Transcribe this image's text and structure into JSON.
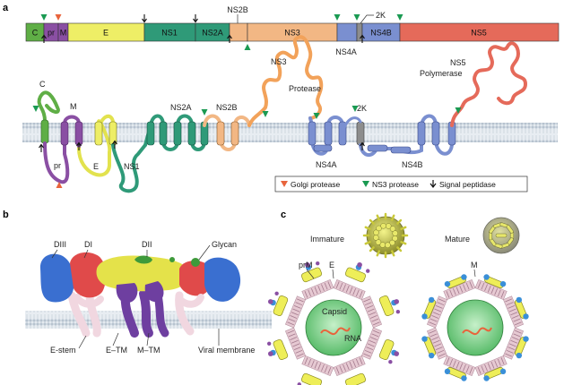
{
  "panels": {
    "a": "a",
    "b": "b",
    "c": "c"
  },
  "genome": {
    "segments": [
      {
        "label": "C",
        "color": "#5fae46"
      },
      {
        "label": "pr",
        "color": "#8a4fa3"
      },
      {
        "label": "M",
        "color": "#8a4fa3"
      },
      {
        "label": "E",
        "color": "#eeee66"
      },
      {
        "label": "NS1",
        "color": "#2f9a78"
      },
      {
        "label": "NS2A",
        "color": "#2f9a78"
      },
      {
        "label": "NS2B",
        "color": "#f2b784"
      },
      {
        "label": "NS3",
        "color": "#f2b784"
      },
      {
        "label": "NS4A",
        "color": "#7a8fd0"
      },
      {
        "label": "2K",
        "color": "#8d8d8d"
      },
      {
        "label": "NS4B",
        "color": "#7a8fd0"
      },
      {
        "label": "NS5",
        "color": "#e56a5a"
      }
    ],
    "above_labels": {
      "ns2b": "NS2B",
      "k2": "2K"
    },
    "below_labels": {
      "ns4a": "NS4A"
    }
  },
  "topology": {
    "labels": {
      "c": "C",
      "m": "M",
      "pr": "pr",
      "e": "E",
      "ns1": "NS1",
      "ns2a": "NS2A",
      "ns2b": "NS2B",
      "ns3": "NS3",
      "protease": "Protease",
      "k2": "2K",
      "ns4a": "NS4A",
      "ns4b": "NS4B",
      "ns5": "NS5",
      "polymerase": "Polymerase"
    }
  },
  "legend": {
    "golgi": "Golgi protease",
    "ns3": "NS3 protease",
    "signal": "Signal peptidase"
  },
  "panel_b": {
    "labels": {
      "diii": "DIII",
      "di": "DI",
      "dii": "DII",
      "glycan": "Glycan",
      "estem": "E-stem",
      "etm": "E–TM",
      "mtm": "M–TM",
      "membrane": "Viral membrane"
    }
  },
  "panel_c": {
    "immature": "Immature",
    "mature": "Mature",
    "prm": "prM",
    "e": "E",
    "m": "M",
    "capsid": "Capsid",
    "rna": "RNA"
  },
  "colors": {
    "golgi": "#e8643c",
    "ns3": "#1a9a52",
    "signal": "#111111",
    "membrane": "#c9d3dc",
    "nucleocapsid": "#8fd49a"
  }
}
